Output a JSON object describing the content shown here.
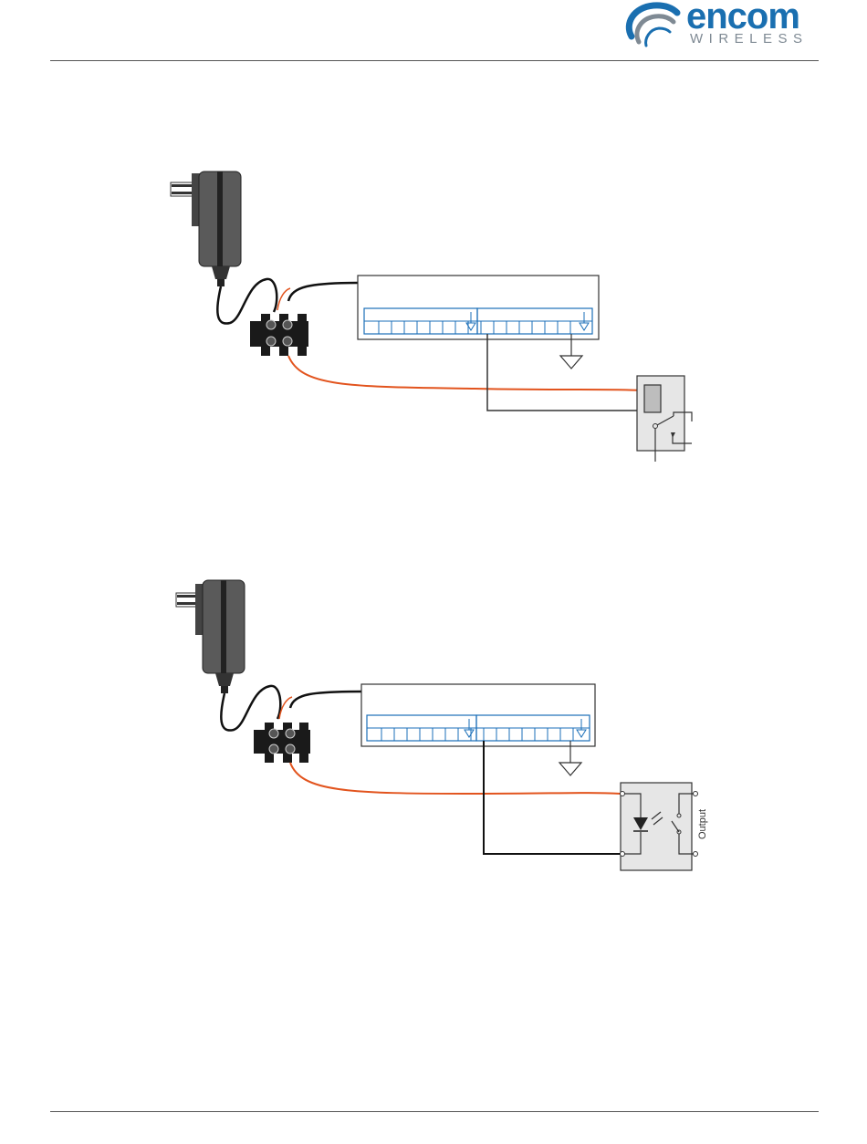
{
  "header": {
    "brand_name": "encom",
    "brand_sub": "WIRELESS",
    "brand_color": "#1a6fb0",
    "brand_sub_color": "#7f8a94"
  },
  "diagram_2": {
    "output_label": "Output"
  },
  "colors": {
    "wire_red": "#e2541e",
    "wire_black": "#111111",
    "terminal_blue": "#1b6fb8",
    "relay_fill": "#e6e6e6"
  }
}
